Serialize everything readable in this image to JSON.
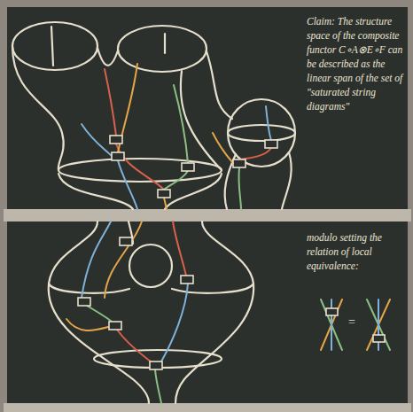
{
  "diagram": {
    "labels": [
      "Claim: The structure space of the composite functor C∘A⊗E∘F can be described as the linear span of the set of \"saturated string diagrams\"",
      "modulo setting the relation of local equivalence:",
      "="
    ]
  }
}
